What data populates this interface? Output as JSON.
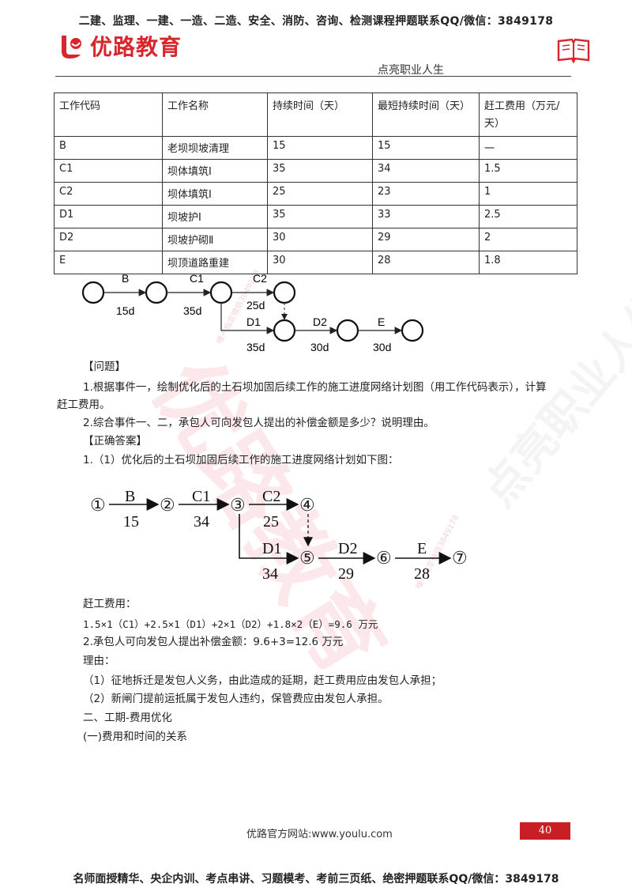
{
  "top_banner": "二建、监理、一建、一造、二造、安全、消防、咨询、检测课程押题联系QQ/微信：3849178",
  "logo_text": "优路教育",
  "slogan": "点亮职业人生",
  "table": {
    "headers": [
      "工作代码",
      "工作名称",
      "持续时间（天）",
      "最短持续时间（天）",
      "赶工费用（万元/天）"
    ],
    "rows": [
      [
        "B",
        "老坝坝坡清理",
        "15",
        "15",
        "一"
      ],
      [
        "C1",
        "坝体填筑Ⅰ",
        "35",
        "34",
        "1.5"
      ],
      [
        "C2",
        "坝体填筑Ⅰ",
        "25",
        "23",
        "1"
      ],
      [
        "D1",
        "坝坡护Ⅰ",
        "35",
        "33",
        "2.5"
      ],
      [
        "D2",
        "坝坡护砌Ⅱ",
        "30",
        "29",
        "2"
      ],
      [
        "E",
        "坝顶道路重建",
        "30",
        "28",
        "1.8"
      ]
    ]
  },
  "network1": {
    "B": "B",
    "B_d": "15d",
    "C1": "C1",
    "C1_d": "35d",
    "C2": "C2",
    "C2_d": "25d",
    "D1": "D1",
    "D1_d": "35d",
    "D2": "D2",
    "D2_d": "30d",
    "E": "E",
    "E_d": "30d"
  },
  "text": {
    "q_head": "【问题】",
    "q1": "1.根据事件一，绘制优化后的土石坝加固后续工作的施工进度网络计划图（用工作代码表示），计算",
    "q1b": "赶工费用。",
    "q2": "2.综合事件一、二，承包人可向发包人提出的补偿金额是多少？说明理由。",
    "a_head": "【正确答案】",
    "a1": "1.（1）优化后的土石坝加固后续工作的施工进度网络计划如下图：",
    "cost_head": "赶工费用：",
    "cost_calc": "1.5×1（C1）+2.5×1（D1）+2×1（D2）+1.8×2（E）=9.6 万元",
    "a2": "2.承包人可向发包人提出补偿金额：9.6+3=12.6 万元",
    "reason": "理由：",
    "r1": "（1）征地拆迁是发包人义务，由此造成的延期，赶工费用应由发包人承担；",
    "r2": "（2）新闸门提前运抵属于发包人违约，保管费应由发包人承担。",
    "s2": "二、工期-费用优化",
    "s2a": "(一)费用和时间的关系"
  },
  "network2": {
    "nodes": [
      "①",
      "②",
      "③",
      "④",
      "⑤",
      "⑥",
      "⑦"
    ],
    "B": "B",
    "B_d": "15",
    "C1": "C1",
    "C1_d": "34",
    "C2": "C2",
    "C2_d": "25",
    "D1": "D1",
    "D1_d": "34",
    "D2": "D2",
    "D2_d": "29",
    "E": "E",
    "E_d": "28"
  },
  "footer_site": "优路官方网站:www.youlu.com",
  "page_number": "40",
  "bottom_banner": "名师面授精华、央企内训、考点串讲、习题模考、考前三页纸、绝密押题联系QQ/微信：3849178",
  "watermark": {
    "big": "优路教育",
    "small": "唯一指定微信3849178",
    "side": "点亮职业人生"
  },
  "colors": {
    "brand": "#d8262d",
    "page_box": "#c81f25"
  }
}
